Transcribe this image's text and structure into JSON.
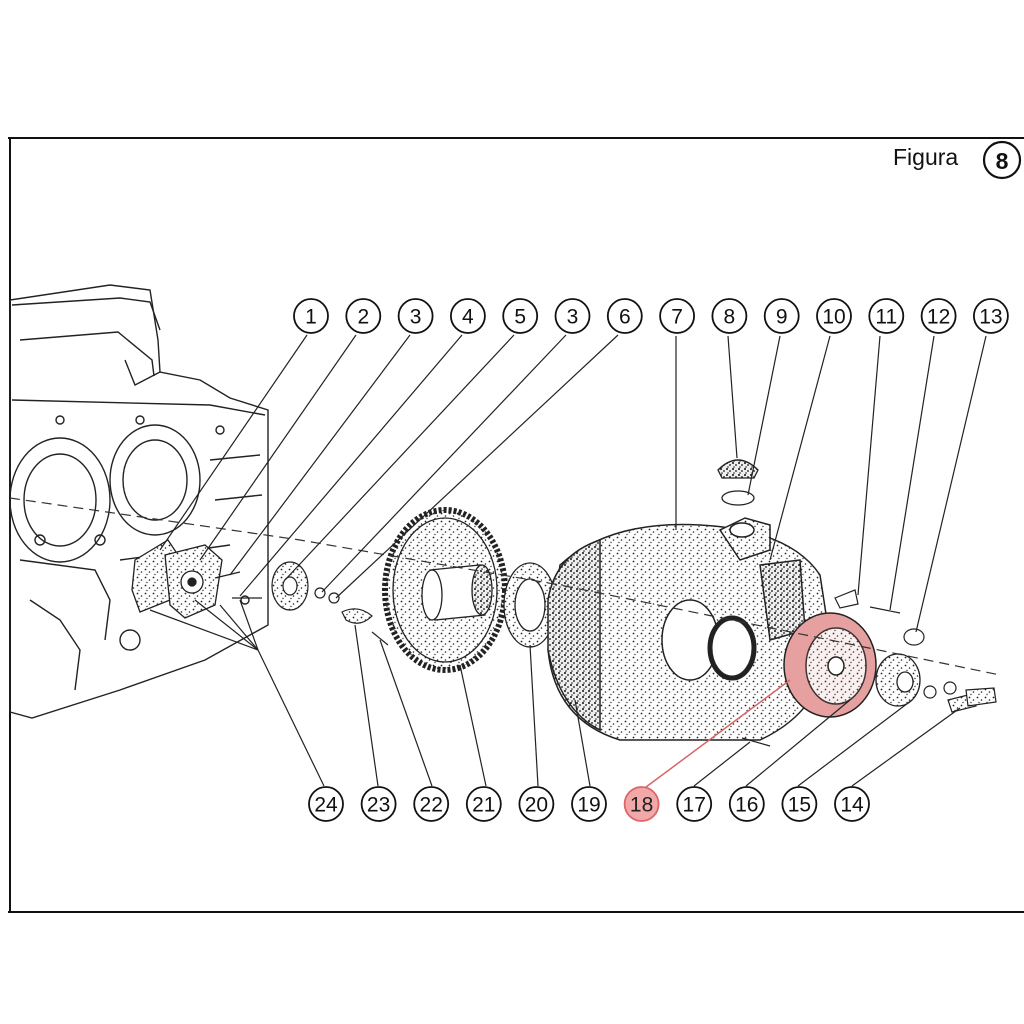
{
  "figure": {
    "label": "Figura",
    "number": "8"
  },
  "callouts_top": [
    "1",
    "2",
    "3",
    "4",
    "5",
    "3",
    "6",
    "7",
    "8",
    "9",
    "10",
    "11",
    "12",
    "13"
  ],
  "callouts_bottom": [
    "24",
    "23",
    "22",
    "21",
    "20",
    "19",
    "18",
    "17",
    "16",
    "15",
    "14"
  ],
  "highlighted_callout": "18",
  "colors": {
    "highlight_fill": "#f2a8a8",
    "highlight_stroke": "#d66666",
    "highlight_line": "#d66666",
    "ink": "#111111"
  }
}
